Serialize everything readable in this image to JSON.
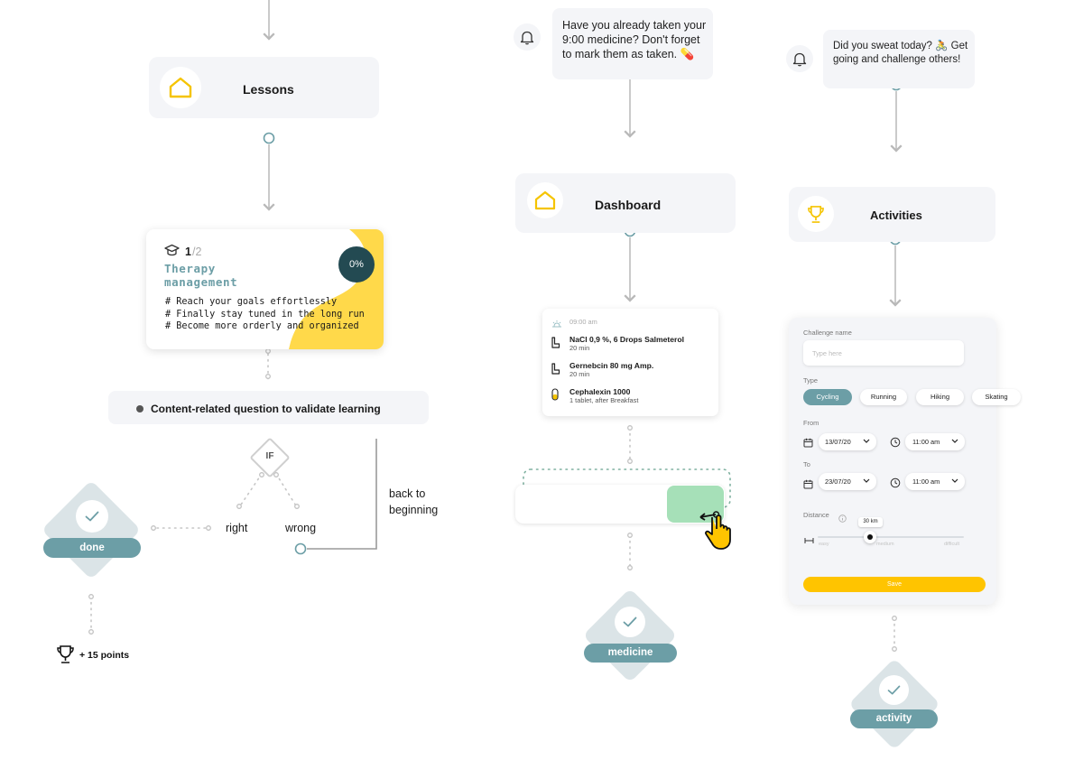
{
  "colors": {
    "accent_teal": "#6c9ea6",
    "accent_yellow": "#ffc400",
    "card_yellow": "#ffd94a",
    "dark_teal": "#234a52",
    "node_bg": "#f4f5f8",
    "diamond_bg": "#dbe4e7"
  },
  "lessons_flow": {
    "lessons_node": {
      "title": "Lessons",
      "icon": "home-icon"
    },
    "therapy_card": {
      "step_current": "1",
      "step_total": "/2",
      "title_line1": "Therapy",
      "title_line2": "management",
      "progress": "0%",
      "progress_value": 0,
      "bullets": [
        "# Reach your goals effortlessly",
        "# Finally stay tuned in the long run",
        "# Become more orderly and organized"
      ],
      "icon": "graduation-cap-icon"
    },
    "question": "Content-related question to validate learning",
    "condition": "IF",
    "branch_right": "right",
    "branch_wrong": "wrong",
    "back_label_line1": "back to",
    "back_label_line2": "beginning",
    "done_badge": "done",
    "reward": "+ 15 points",
    "reward_icon": "trophy-icon"
  },
  "medicine_flow": {
    "notification": "Have you already taken your 9:00 medicine? Don't forget to mark them as taken. 💊",
    "notification_icon": "bell-icon",
    "dashboard_node": {
      "title": "Dashboard",
      "icon": "home-icon"
    },
    "time": "09:00 am",
    "medications": [
      {
        "name": "NaCl 0,9 %, 6 Drops Salmeterol",
        "detail": "20 min",
        "icon": "inhaler-icon"
      },
      {
        "name": "Gernebcin 80 mg Amp.",
        "detail": "20 min",
        "icon": "inhaler-icon"
      },
      {
        "name": "Cephalexin 1000",
        "detail": "1 tablet, after Breakfast",
        "icon": "pill-icon"
      }
    ],
    "done_badge": "medicine"
  },
  "activity_flow": {
    "notification": "Did you sweat today? 🚴 Get going and challenge others!",
    "notification_icon": "bell-icon",
    "activities_node": {
      "title": "Activities",
      "icon": "trophy-icon"
    },
    "form": {
      "challenge_label": "Challenge name",
      "challenge_placeholder": "Type here",
      "type_label": "Type",
      "types": [
        "Cycling",
        "Running",
        "Hiking",
        "Skating"
      ],
      "active_type": "Cycling",
      "from_label": "From",
      "from_date": "13/07/20",
      "from_time": "11:00 am",
      "to_label": "To",
      "to_date": "23/07/20",
      "to_time": "11:00 am",
      "distance_label": "Distance",
      "distance_value": "30 km",
      "distance_scale": [
        "easy",
        "medium",
        "difficult"
      ],
      "save_label": "Save"
    },
    "done_badge": "activity"
  }
}
